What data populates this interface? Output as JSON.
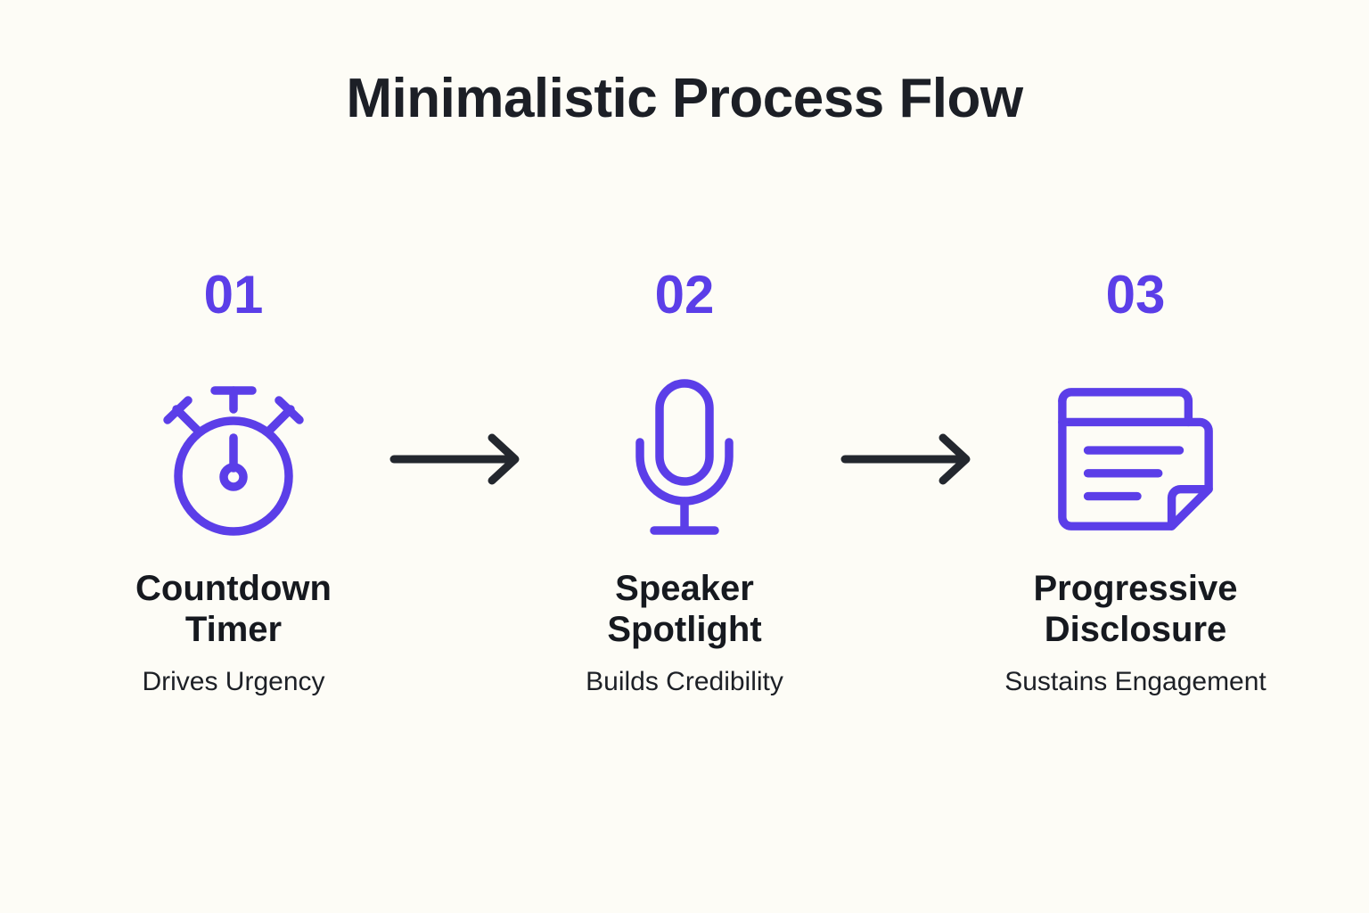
{
  "page": {
    "title": "Minimalistic Process Flow",
    "background_color": "#fdfcf6",
    "accent_color": "#5b3ee8",
    "text_color": "#16191f",
    "arrow_color": "#23272e"
  },
  "steps": [
    {
      "number": "01",
      "icon": "stopwatch-icon",
      "title": "Countdown Timer",
      "caption": "Drives Urgency"
    },
    {
      "number": "02",
      "icon": "microphone-icon",
      "title": "Speaker Spotlight",
      "caption": "Builds Credibility"
    },
    {
      "number": "03",
      "icon": "layered-documents-icon",
      "title": "Progressive Disclosure",
      "caption": "Sustains Engagement"
    }
  ],
  "connectors": [
    {
      "icon": "arrow-right-icon"
    },
    {
      "icon": "arrow-right-icon"
    }
  ]
}
